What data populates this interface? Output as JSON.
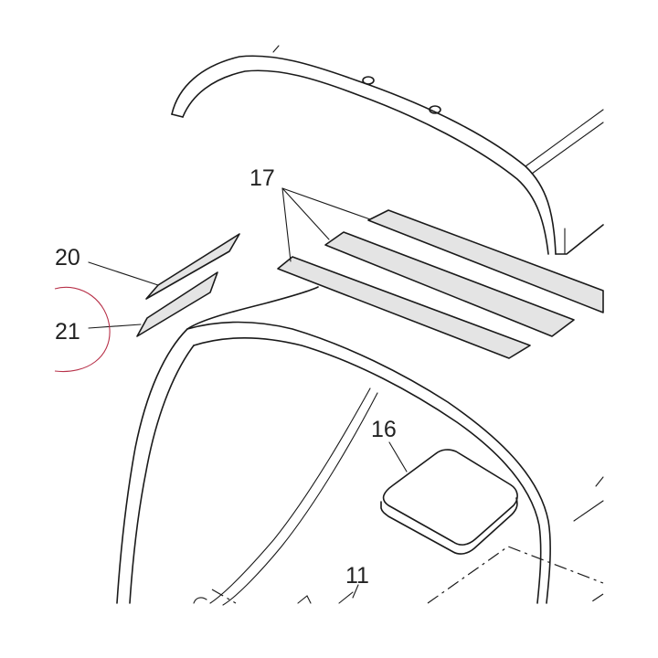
{
  "callouts": {
    "c17": "17",
    "c20": "20",
    "c21": "21",
    "c16": "16",
    "c11": "11"
  },
  "colors": {
    "line": "#1a1a1a",
    "decal_fill": "#e4e4e4",
    "markup_circle": "#b8324a"
  }
}
